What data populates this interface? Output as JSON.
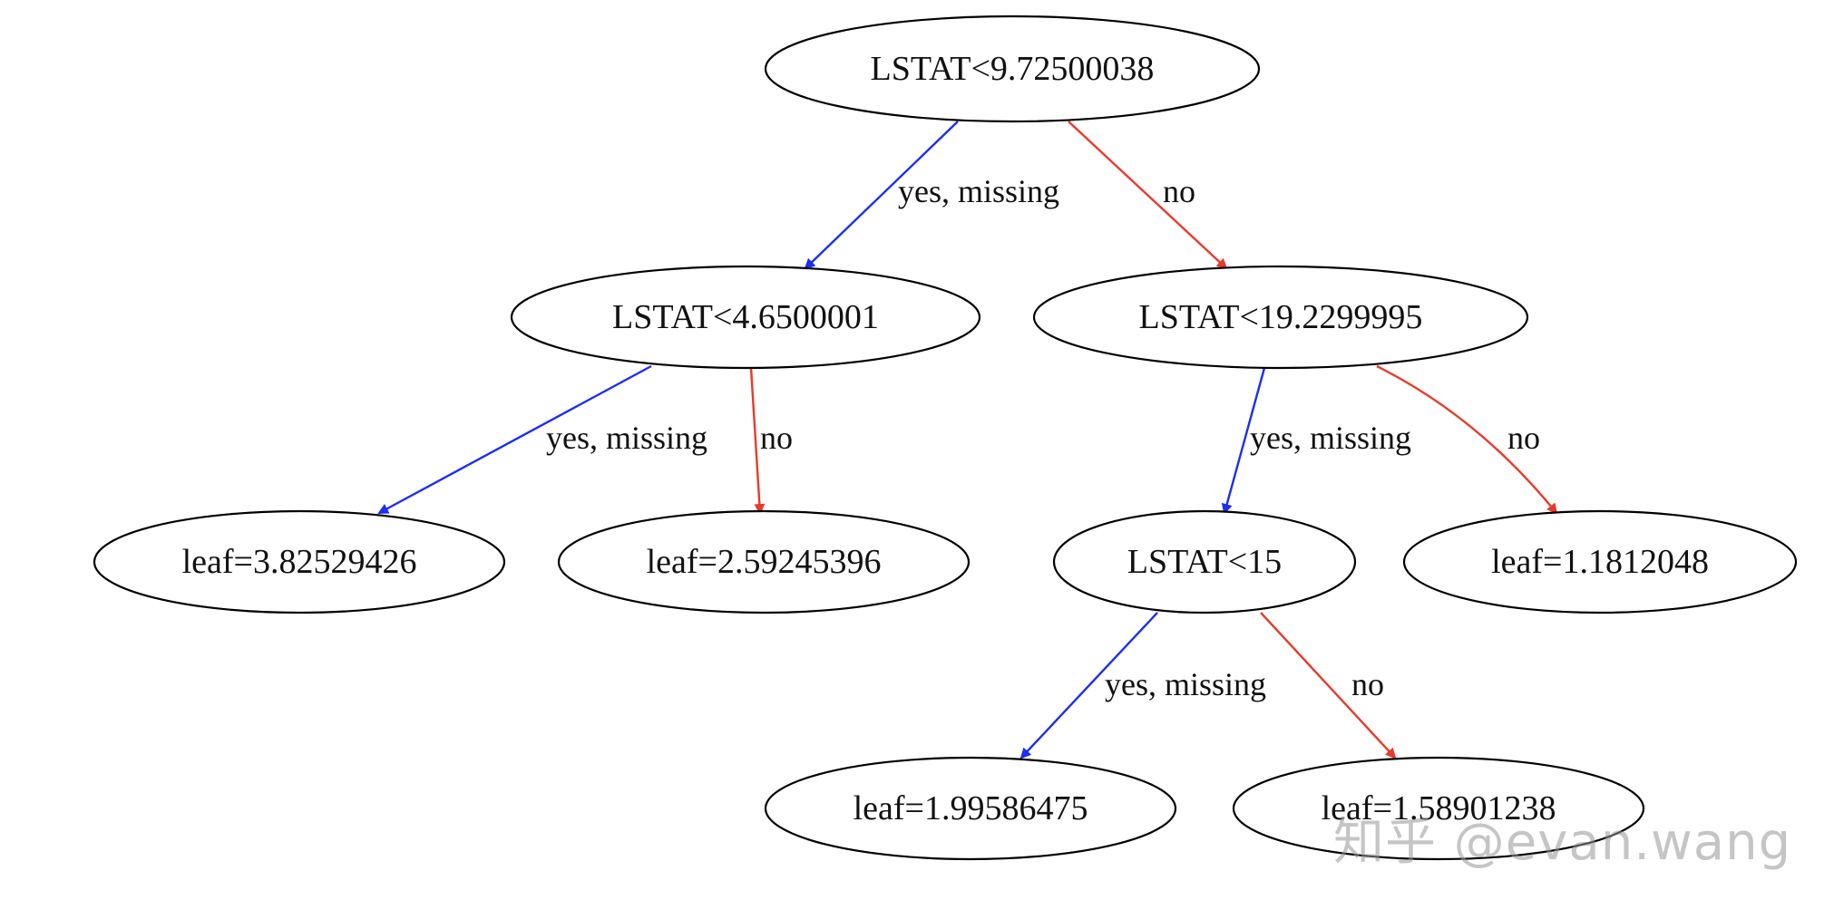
{
  "colors": {
    "yes_edge": "#1a2ff0",
    "no_edge": "#e83a2a",
    "node_stroke": "#000000"
  },
  "nodes": [
    {
      "id": "n0",
      "label": "LSTAT<9.72500038"
    },
    {
      "id": "n1",
      "label": "LSTAT<4.6500001"
    },
    {
      "id": "n2",
      "label": "LSTAT<19.2299995"
    },
    {
      "id": "n3",
      "label": "leaf=3.82529426"
    },
    {
      "id": "n4",
      "label": "leaf=2.59245396"
    },
    {
      "id": "n5",
      "label": "LSTAT<15"
    },
    {
      "id": "n6",
      "label": "leaf=1.1812048"
    },
    {
      "id": "n7",
      "label": "leaf=1.99586475"
    },
    {
      "id": "n8",
      "label": "leaf=1.58901238"
    }
  ],
  "edges": [
    {
      "id": "e0",
      "from": "n0",
      "to": "n1",
      "label": "yes, missing",
      "kind": "yes"
    },
    {
      "id": "e1",
      "from": "n0",
      "to": "n2",
      "label": "no",
      "kind": "no"
    },
    {
      "id": "e2",
      "from": "n1",
      "to": "n3",
      "label": "yes, missing",
      "kind": "yes"
    },
    {
      "id": "e3",
      "from": "n1",
      "to": "n4",
      "label": "no",
      "kind": "no"
    },
    {
      "id": "e4",
      "from": "n2",
      "to": "n5",
      "label": "yes, missing",
      "kind": "yes"
    },
    {
      "id": "e5",
      "from": "n2",
      "to": "n6",
      "label": "no",
      "kind": "no"
    },
    {
      "id": "e6",
      "from": "n5",
      "to": "n7",
      "label": "yes, missing",
      "kind": "yes"
    },
    {
      "id": "e7",
      "from": "n5",
      "to": "n8",
      "label": "no",
      "kind": "no"
    }
  ],
  "watermark": "知乎 @evan.wang"
}
